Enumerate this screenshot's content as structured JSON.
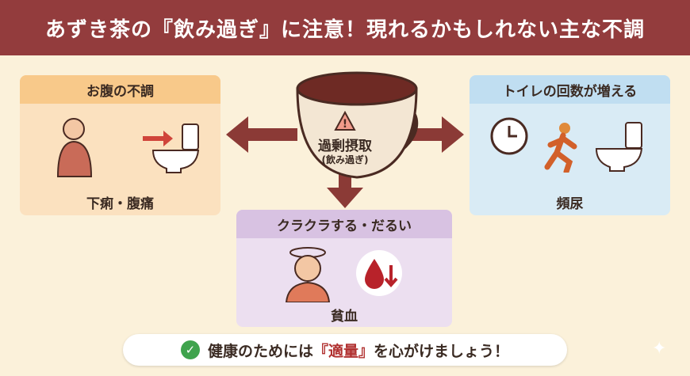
{
  "title": "あずき茶の『飲み過ぎ』に注意！現れるかもしれない主な不調",
  "center": {
    "label": "過剰摂取",
    "sublabel": "(飲み過ぎ)"
  },
  "cards": {
    "left": {
      "header": "お腹の不調",
      "caption": "下痢・腹痛"
    },
    "right": {
      "header": "トイレの回数が増える",
      "caption": "頻尿"
    },
    "bottom": {
      "header": "クラクラする・だるい",
      "caption": "貧血"
    }
  },
  "footer": {
    "pre": "健康のためには",
    "highlight": "『適量』",
    "post": "を心がけましょう！"
  },
  "colors": {
    "title_bg": "#933c3d",
    "arrow": "#8b3a36",
    "accent": "#b0302f"
  }
}
